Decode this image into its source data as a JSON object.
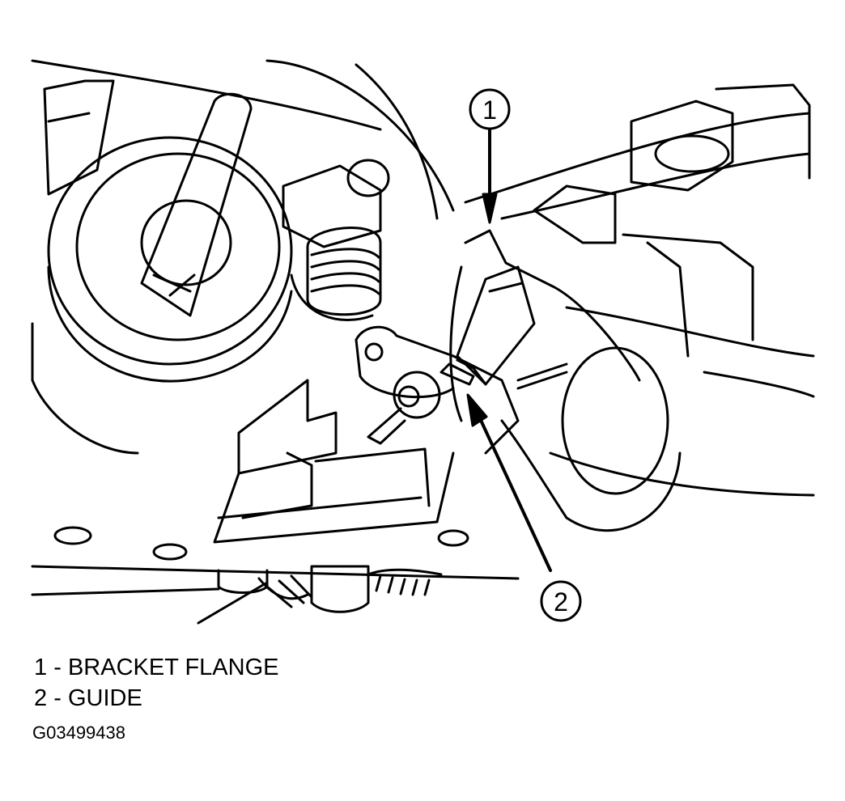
{
  "callouts": [
    {
      "number": "1"
    },
    {
      "number": "2"
    }
  ],
  "legend": [
    {
      "number": "1",
      "separator": "-",
      "label": "BRACKET FLANGE"
    },
    {
      "number": "2",
      "separator": "-",
      "label": "GUIDE"
    }
  ],
  "figure_id": "G03499438",
  "colors": {
    "line": "#000000",
    "background": "#ffffff"
  }
}
